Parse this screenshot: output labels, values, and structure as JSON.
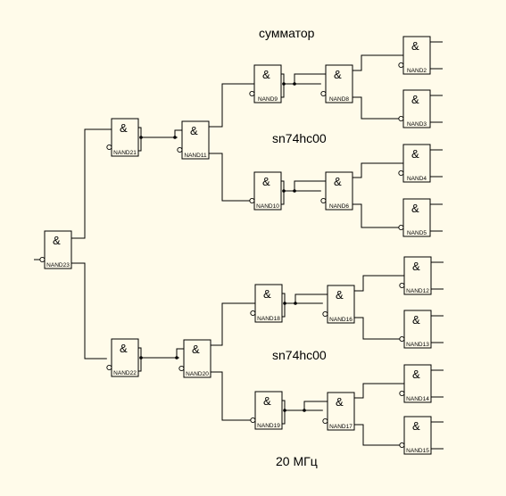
{
  "labels": {
    "title": "сумматор",
    "chip1": "sn74hc00",
    "chip2": "sn74hc00",
    "freq": "20 МГц"
  },
  "gate_symbol": "&",
  "gates": [
    {
      "id": "NAND23"
    },
    {
      "id": "NAND21"
    },
    {
      "id": "NAND22"
    },
    {
      "id": "NAND11"
    },
    {
      "id": "NAND20"
    },
    {
      "id": "NAND9"
    },
    {
      "id": "NAND10"
    },
    {
      "id": "NAND18"
    },
    {
      "id": "NAND19"
    },
    {
      "id": "NAND8"
    },
    {
      "id": "NAND6"
    },
    {
      "id": "NAND16"
    },
    {
      "id": "NAND17"
    },
    {
      "id": "NAND2"
    },
    {
      "id": "NAND3"
    },
    {
      "id": "NAND4"
    },
    {
      "id": "NAND5"
    },
    {
      "id": "NAND12"
    },
    {
      "id": "NAND13"
    },
    {
      "id": "NAND14"
    },
    {
      "id": "NAND15"
    }
  ]
}
